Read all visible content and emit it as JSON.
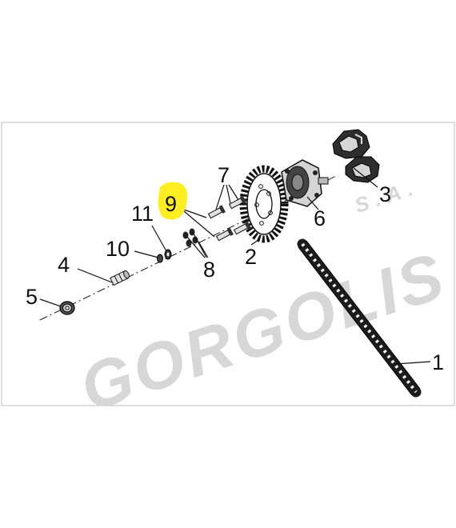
{
  "watermark": {
    "brand": "GORGOLIS",
    "suffix": "S.A."
  },
  "callouts": [
    {
      "id": "1",
      "text": "1"
    },
    {
      "id": "2",
      "text": "2"
    },
    {
      "id": "3",
      "text": "3"
    },
    {
      "id": "4",
      "text": "4"
    },
    {
      "id": "5",
      "text": "5"
    },
    {
      "id": "6",
      "text": "6"
    },
    {
      "id": "7",
      "text": "7"
    },
    {
      "id": "8",
      "text": "8"
    },
    {
      "id": "9",
      "text": "9",
      "highlighted": true
    },
    {
      "id": "10",
      "text": "10"
    },
    {
      "id": "11",
      "text": "11"
    }
  ],
  "colors": {
    "highlight": "#ffee22",
    "line": "#111111",
    "part_fill": "#cfcfcf",
    "part_dark": "#3a3a3a",
    "watermark": "#d7d7d7"
  }
}
